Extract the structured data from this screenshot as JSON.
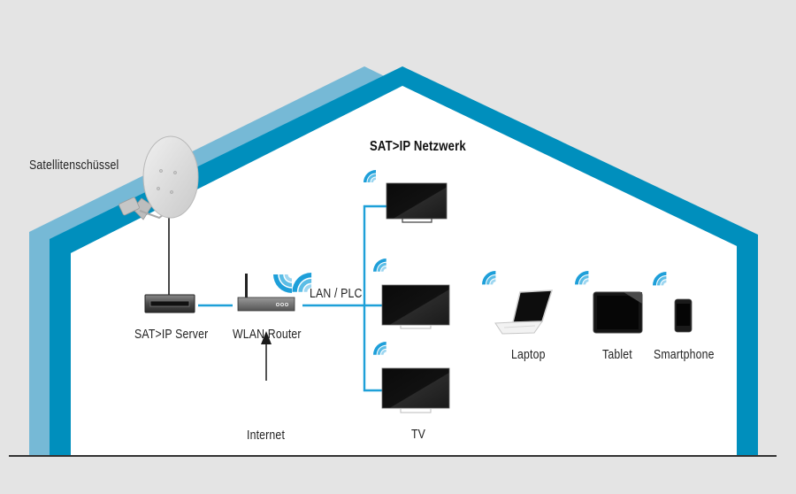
{
  "title": "SAT>IP Netzwerk",
  "colors": {
    "background": "#e4e4e4",
    "house_outer_band": "#76b9d6",
    "house_inner_band": "#008fbd",
    "house_interior": "#ffffff",
    "connection_line": "#1ea0d8",
    "wifi_signal": "#2aa7dd",
    "ground_line": "#333333"
  },
  "labels": {
    "dish": "Satellitenschüssel",
    "server": "SAT>IP Server",
    "router": "WLAN Router",
    "lan": "LAN / PLC",
    "internet": "Internet",
    "tv": "TV",
    "laptop": "Laptop",
    "tablet": "Tablet",
    "smartphone": "Smartphone"
  },
  "devices": [
    {
      "id": "dish",
      "icon": "satellite-dish-icon"
    },
    {
      "id": "server",
      "icon": "sat-ip-server-icon"
    },
    {
      "id": "router",
      "icon": "wlan-router-icon",
      "wireless": true
    },
    {
      "id": "tv1",
      "icon": "tv-icon",
      "wireless": true
    },
    {
      "id": "tv2",
      "icon": "tv-icon",
      "wireless": true
    },
    {
      "id": "tv3",
      "icon": "tv-icon",
      "wireless": true
    },
    {
      "id": "laptop",
      "icon": "laptop-icon",
      "wireless": true
    },
    {
      "id": "tablet",
      "icon": "tablet-icon",
      "wireless": true
    },
    {
      "id": "smartphone",
      "icon": "smartphone-icon",
      "wireless": true
    }
  ]
}
